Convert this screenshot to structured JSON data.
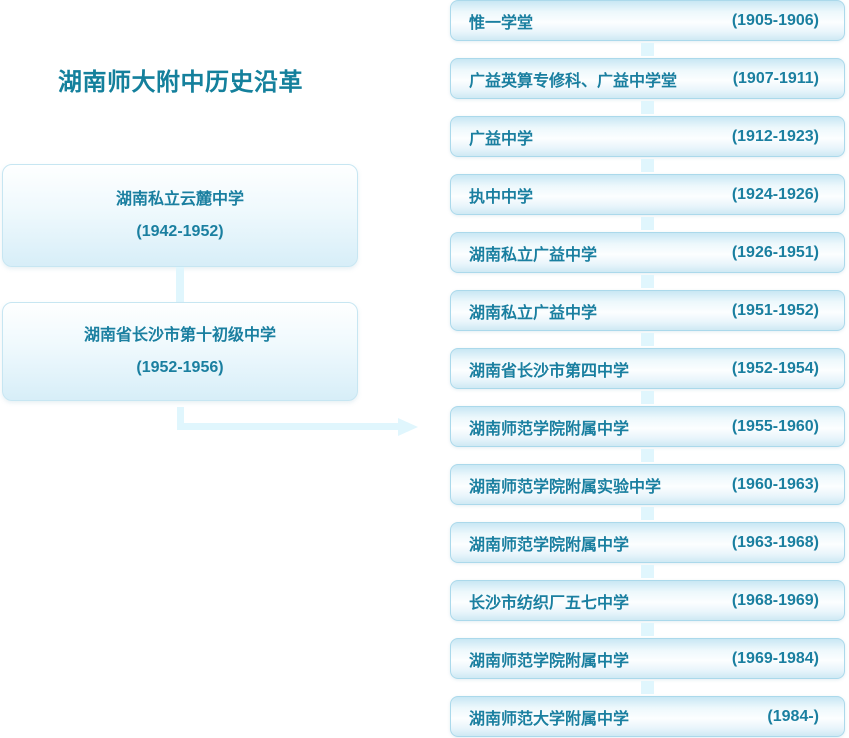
{
  "title": "湖南师大附中历史沿革",
  "colors": {
    "title_text": "#14809C",
    "box_text": "#1A7FA0",
    "connector": "#E0F6FD",
    "timeline_box_border": "#ABD9EB",
    "branch_box_border": "#C7E6F2"
  },
  "branch": {
    "boxes": [
      {
        "name": "湖南私立云麓中学",
        "years": "(1942-1952)"
      },
      {
        "name": "湖南省长沙市第十初级中学",
        "years": "(1952-1956)"
      }
    ]
  },
  "timeline": {
    "items": [
      {
        "name": "惟一学堂",
        "years": "(1905-1906)"
      },
      {
        "name": "广益英算专修科、广益中学堂",
        "years": "(1907-1911)"
      },
      {
        "name": "广益中学",
        "years": "(1912-1923)"
      },
      {
        "name": "执中中学",
        "years": "(1924-1926)"
      },
      {
        "name": "湖南私立广益中学",
        "years": "(1926-1951)"
      },
      {
        "name": "湖南私立广益中学",
        "years": "(1951-1952)"
      },
      {
        "name": "湖南省长沙市第四中学",
        "years": "(1952-1954)"
      },
      {
        "name": "湖南师范学院附属中学",
        "years": "(1955-1960)"
      },
      {
        "name": "湖南师范学院附属实验中学",
        "years": "(1960-1963)"
      },
      {
        "name": "湖南师范学院附属中学",
        "years": "(1963-1968)"
      },
      {
        "name": "长沙市纺织厂五七中学",
        "years": "(1968-1969)"
      },
      {
        "name": "湖南师范学院附属中学",
        "years": "(1969-1984)"
      },
      {
        "name": "湖南师范大学附属中学",
        "years": "(1984-)"
      }
    ]
  }
}
